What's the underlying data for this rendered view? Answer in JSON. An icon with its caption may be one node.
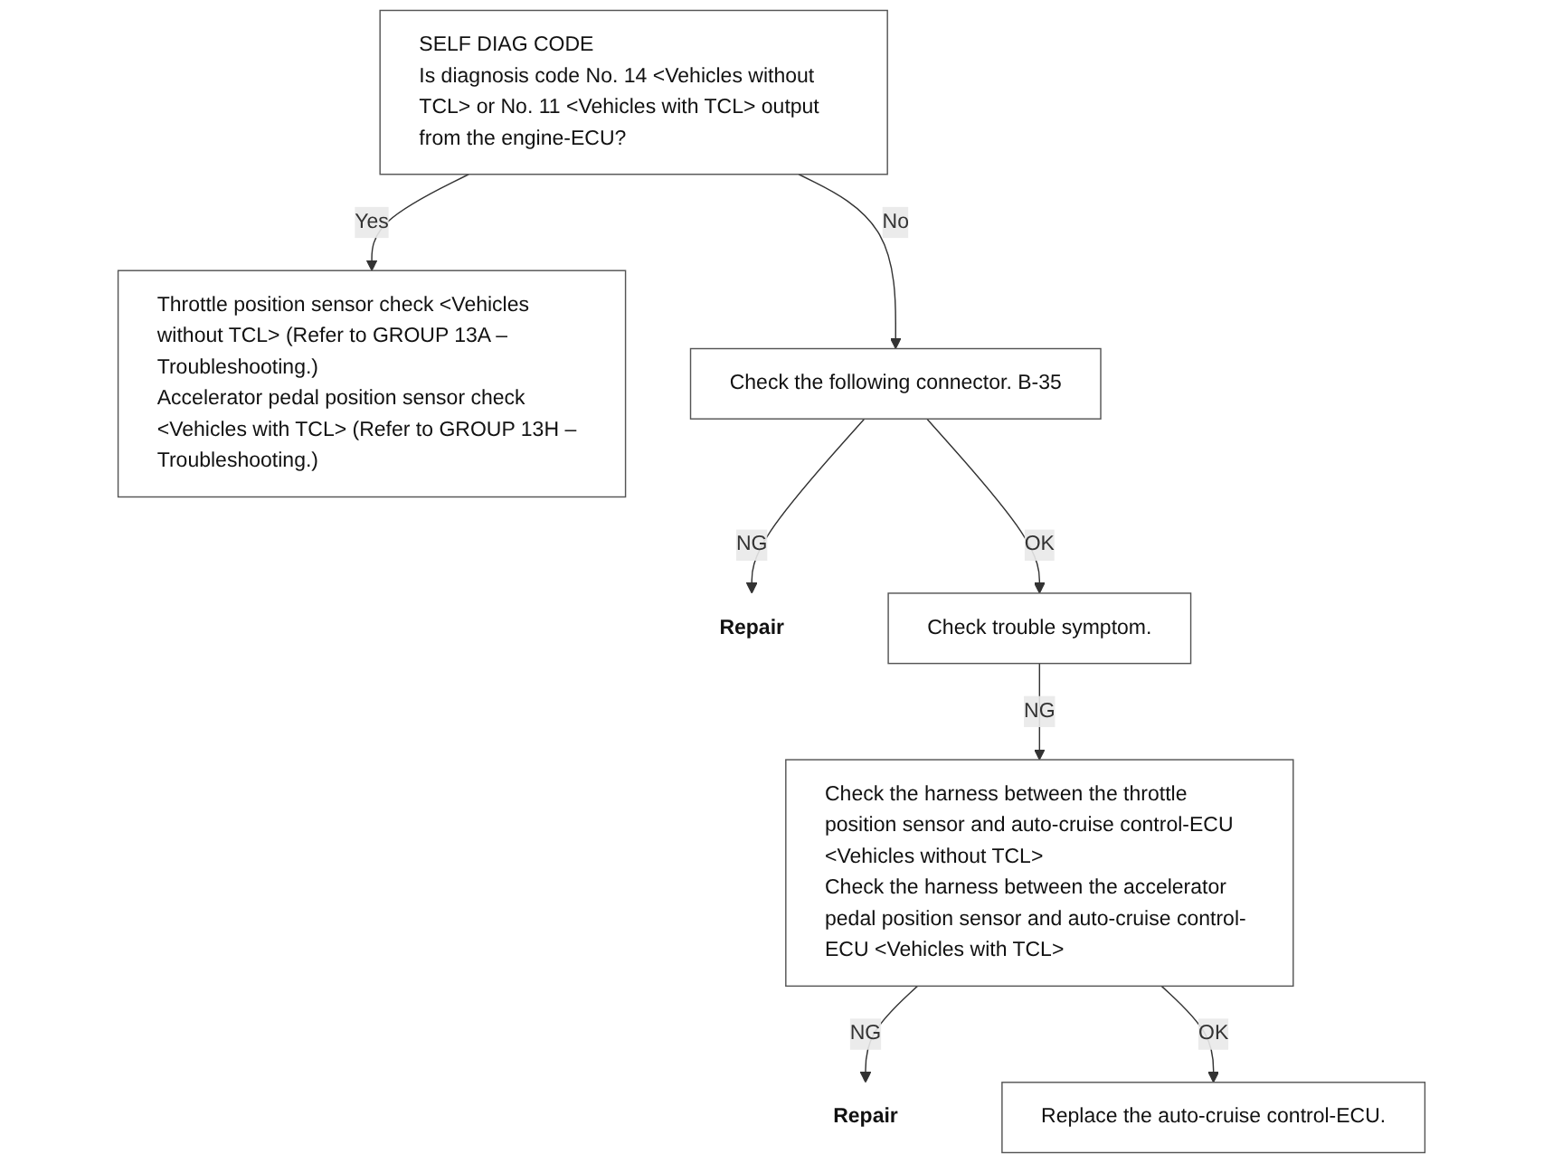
{
  "diagram": {
    "nodes": [
      {
        "text": [
          "SELF DIAG CODE",
          "Is diagnosis code No. 14 <Vehicles without TCL> or No. 11 <Vehicles with TCL> output from the engine-ECU?"
        ]
      },
      {
        "text": [
          "Throttle position sensor check <Vehicles without TCL> (Refer to GROUP 13A – Troubleshooting.)",
          "Accelerator pedal position sensor check <Vehicles with TCL> (Refer to GROUP 13H – Troubleshooting.)"
        ]
      },
      {
        "text": [
          "Check the following connector. B-35"
        ]
      },
      {
        "text": [
          "Repair"
        ]
      },
      {
        "text": [
          "Check trouble symptom."
        ]
      },
      {
        "text": [
          "Check the harness between the throttle position sensor and auto-cruise control-ECU <Vehicles without TCL>",
          "Check the harness between the accelerator pedal position sensor and auto-cruise control-ECU <Vehicles with TCL>"
        ]
      },
      {
        "text": [
          "Repair"
        ]
      },
      {
        "text": [
          "Replace the auto-cruise control-ECU."
        ]
      }
    ],
    "edges": [
      {
        "from": 0,
        "to": 1,
        "arrow": "to",
        "label": "Yes"
      },
      {
        "from": 0,
        "to": 2,
        "arrow": "to",
        "label": "No"
      },
      {
        "from": 2,
        "to": 3,
        "arrow": "to",
        "label": "NG"
      },
      {
        "from": 2,
        "to": 4,
        "arrow": "to",
        "label": "OK"
      },
      {
        "from": 4,
        "to": 5,
        "arrow": "to",
        "label": "NG"
      },
      {
        "from": 5,
        "to": 6,
        "arrow": "to",
        "label": "NG"
      },
      {
        "from": 5,
        "to": 7,
        "arrow": "to",
        "label": "OK"
      }
    ]
  }
}
